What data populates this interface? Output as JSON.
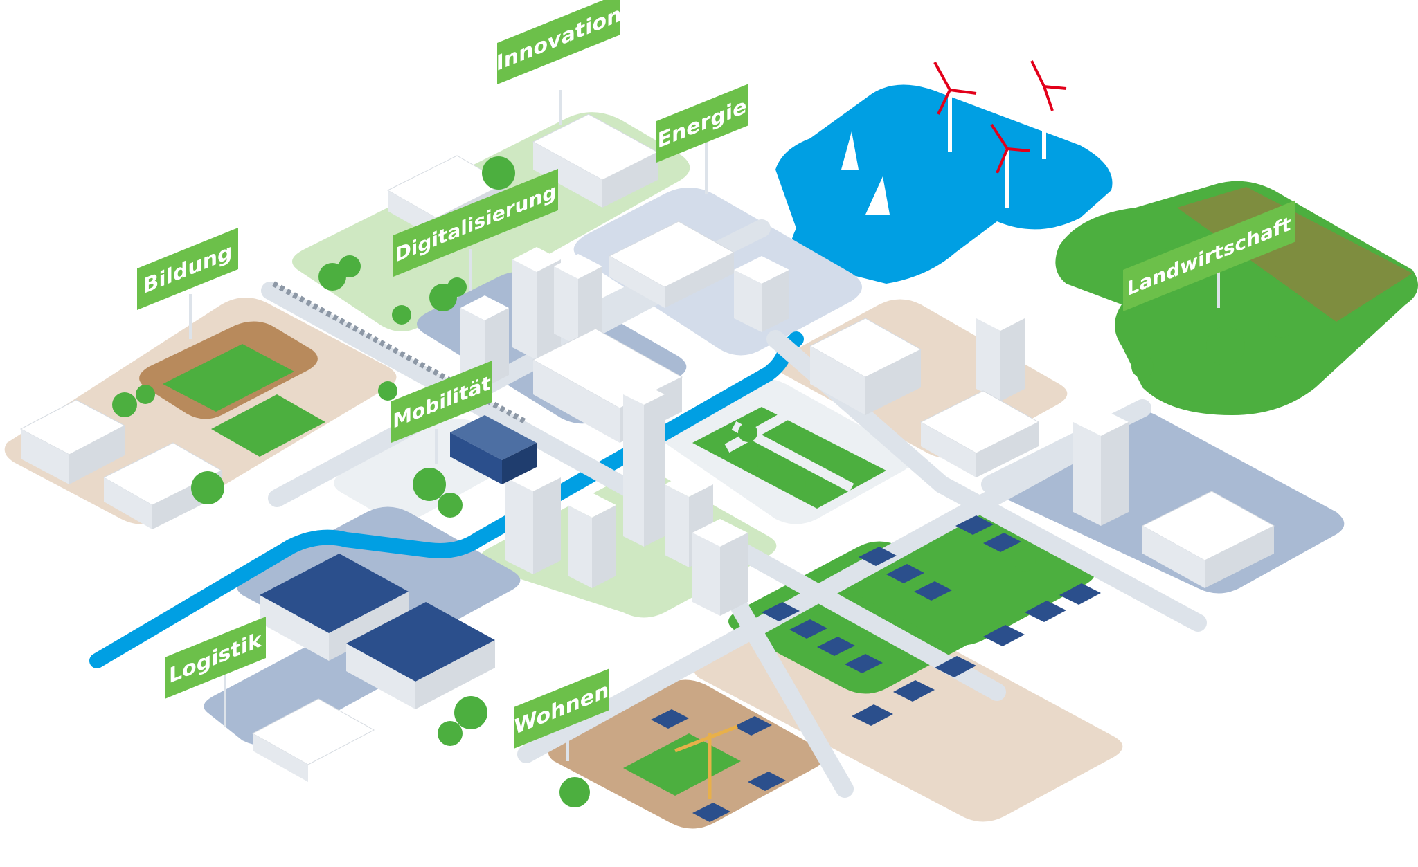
{
  "colors": {
    "green_dark": "#4caf3f",
    "green_mid": "#6cc04a",
    "green_light": "#cfe8c2",
    "water": "#009fe3",
    "street": "#dde3ea",
    "district_blue": "#a9bad3",
    "district_tan": "#e9d9c9",
    "building": "#f1f3f5",
    "building_shade": "#d6dbe1",
    "solar": "#2b4f8c",
    "sign": "#6cc04a"
  },
  "labels": {
    "innovation": "Innovation",
    "energie": "Energie",
    "digitalisierung": "Digitalisierung",
    "bildung": "Bildung",
    "mobilitaet": "Mobilität",
    "landwirtschaft": "Landwirtschaft",
    "logistik": "Logistik",
    "wohnen": "Wohnen"
  }
}
